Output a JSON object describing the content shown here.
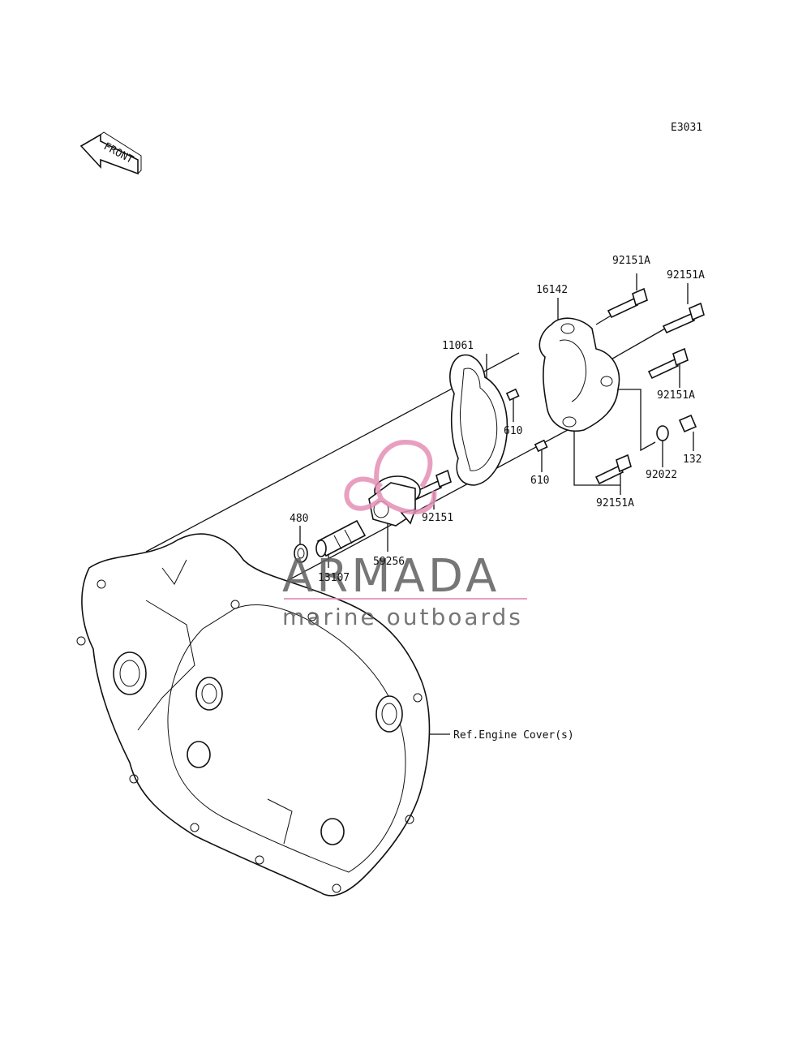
{
  "diagram_code": "E3031",
  "front_label": "FRONT",
  "parts": {
    "p92151A_top": "92151A",
    "p92151A_right_top": "92151A",
    "p16142": "16142",
    "p11061": "11061",
    "p92151A_mid": "92151A",
    "p610_a": "610",
    "p132": "132",
    "p92022": "92022",
    "p610_b": "610",
    "p92151A_bottom": "92151A",
    "p92151": "92151",
    "p480": "480",
    "p59256": "59256",
    "p13107": "13107",
    "ref_engine_cover": "Ref.Engine Cover(s)"
  },
  "watermark": {
    "brand": "ARMADA",
    "tagline": "marine outboards",
    "accent_color": "#e48fb6"
  }
}
